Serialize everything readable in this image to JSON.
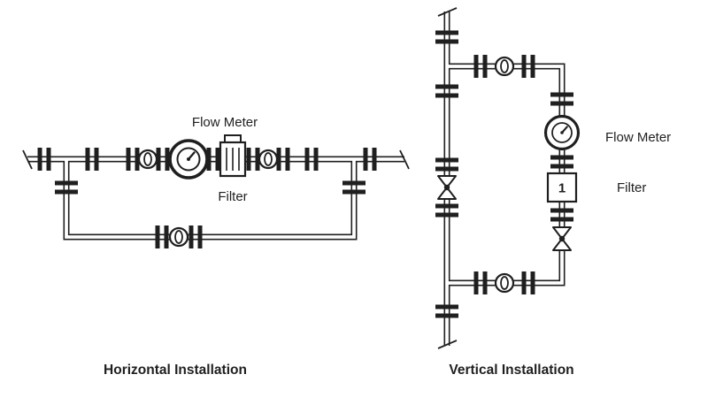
{
  "page": {
    "background_color": "#ffffff",
    "line_color": "#1f1f1f"
  },
  "diagrams": {
    "horizontal": {
      "caption": "Horizontal Installation",
      "flow_meter_label": "Flow Meter",
      "filter_label": "Filter"
    },
    "vertical": {
      "caption": "Vertical Installation",
      "flow_meter_label": "Flow Meter",
      "filter_label": "Filter",
      "filter_marking": "1"
    }
  }
}
